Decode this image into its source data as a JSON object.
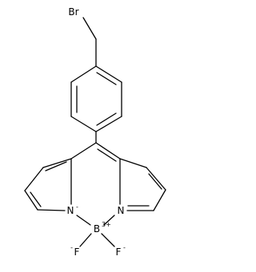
{
  "molecule": {
    "atoms": {
      "bromine": "Br",
      "nitrogen_left": "N",
      "nitrogen_left_charge": "-",
      "nitrogen_right": "N",
      "boron": "B",
      "boron_charge": "3+",
      "fluorine_left": "F",
      "fluorine_left_charge": "-",
      "fluorine_right": "F",
      "fluorine_right_charge": "-"
    },
    "colors": {
      "bonds": "#000000",
      "labels": "#000000",
      "background": "#ffffff"
    }
  }
}
